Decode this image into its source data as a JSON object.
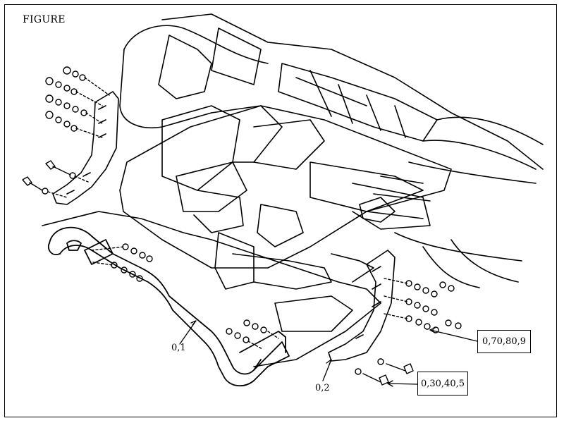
{
  "figure": {
    "title": "FIGURE"
  },
  "callouts": {
    "part_1": "0,1",
    "part_2": "0,2",
    "parts_group_a": "0,70,80,9",
    "parts_group_b": "0,30,40,5"
  },
  "colors": {
    "ink": "#000000",
    "paper": "#ffffff"
  }
}
